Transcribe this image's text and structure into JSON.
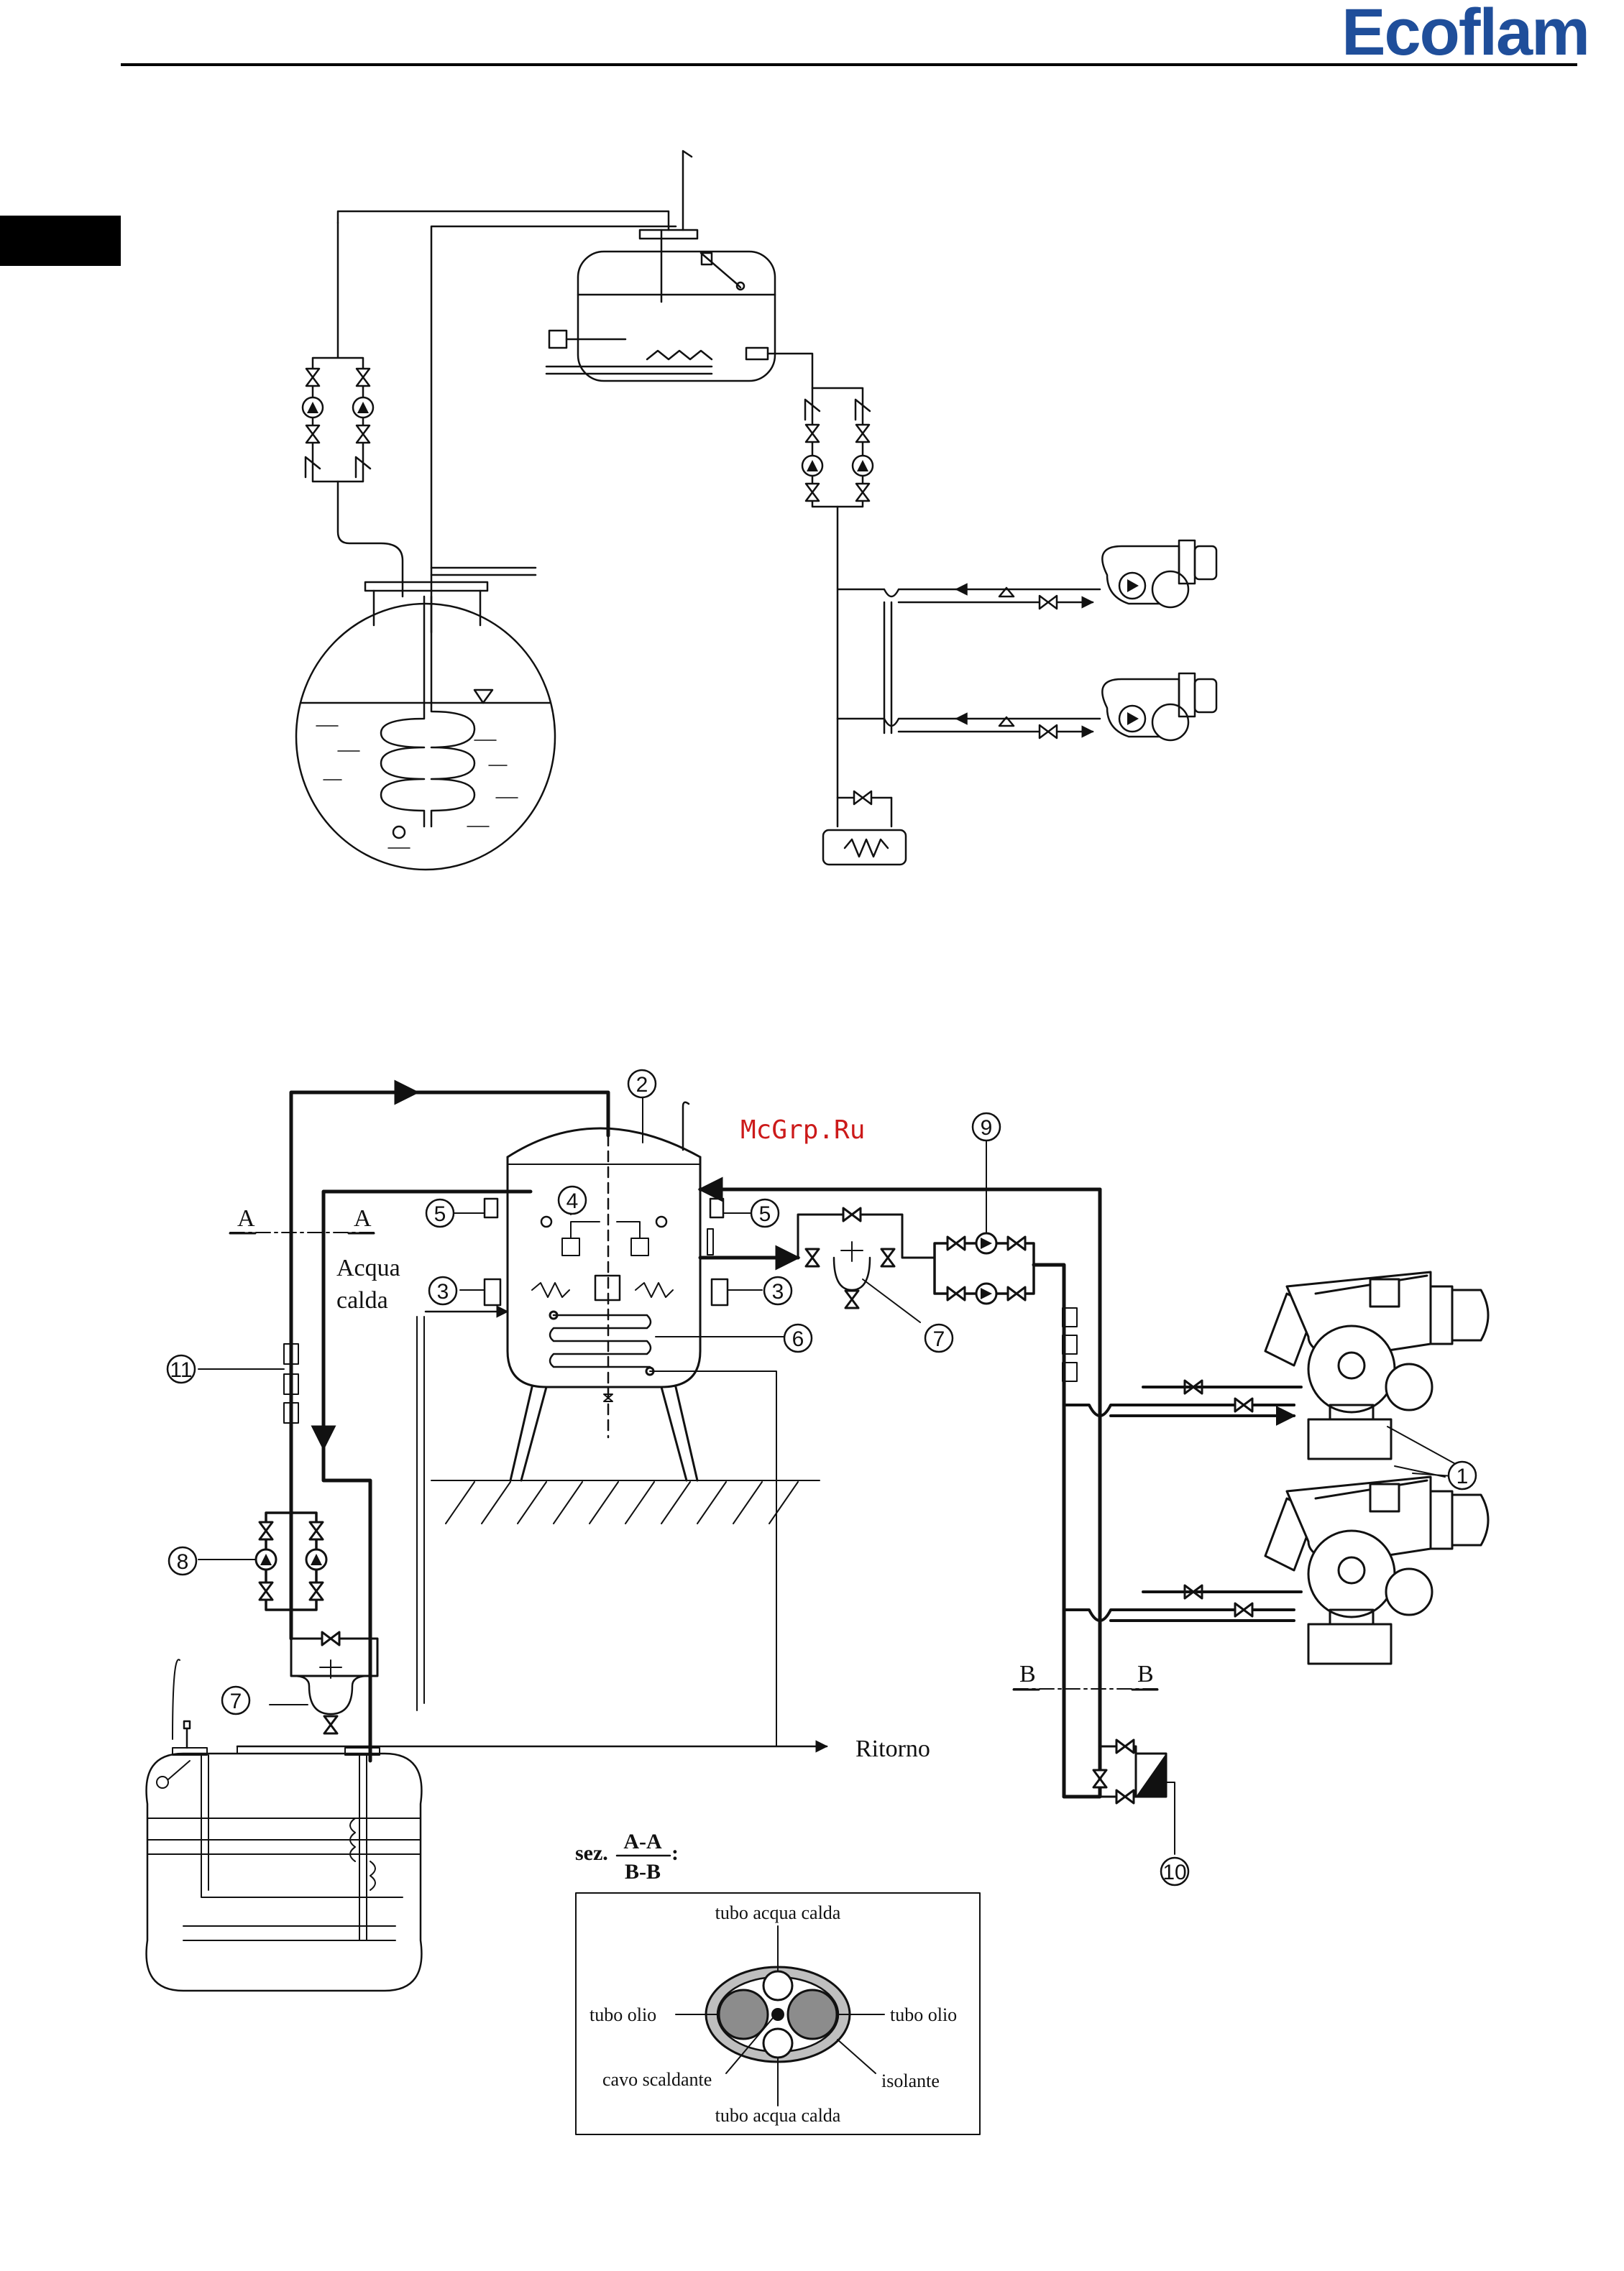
{
  "header": {
    "brand": "Ecoflam"
  },
  "watermark": "McGrp.Ru",
  "diagram": {
    "callouts": [
      "1",
      "2",
      "3",
      "3",
      "4",
      "5",
      "5",
      "6",
      "7",
      "7",
      "8",
      "9",
      "10",
      "11"
    ],
    "section_markers": {
      "a_left": "A",
      "a_right": "A",
      "b_left": "B",
      "b_right": "B"
    },
    "labels": {
      "acqua_line1": "Acqua",
      "acqua_line2": "calda",
      "ritorno": "Ritorno"
    },
    "section": {
      "prefix": "sez.",
      "top": "A-A",
      "bottom": "B-B",
      "suffix": ":",
      "top_label": "tubo acqua calda",
      "bottom_label": "tubo acqua calda",
      "left_label": "tubo olio",
      "right_label": "tubo olio",
      "cable_label": "cavo scaldante",
      "insulation_label": "isolante"
    }
  },
  "colors": {
    "brand": "#1f4e9a",
    "ink": "#111111",
    "insulation": "#bfbfbf",
    "oil_pipe": "#8c8c8c",
    "watermark": "#cc1a1a"
  }
}
